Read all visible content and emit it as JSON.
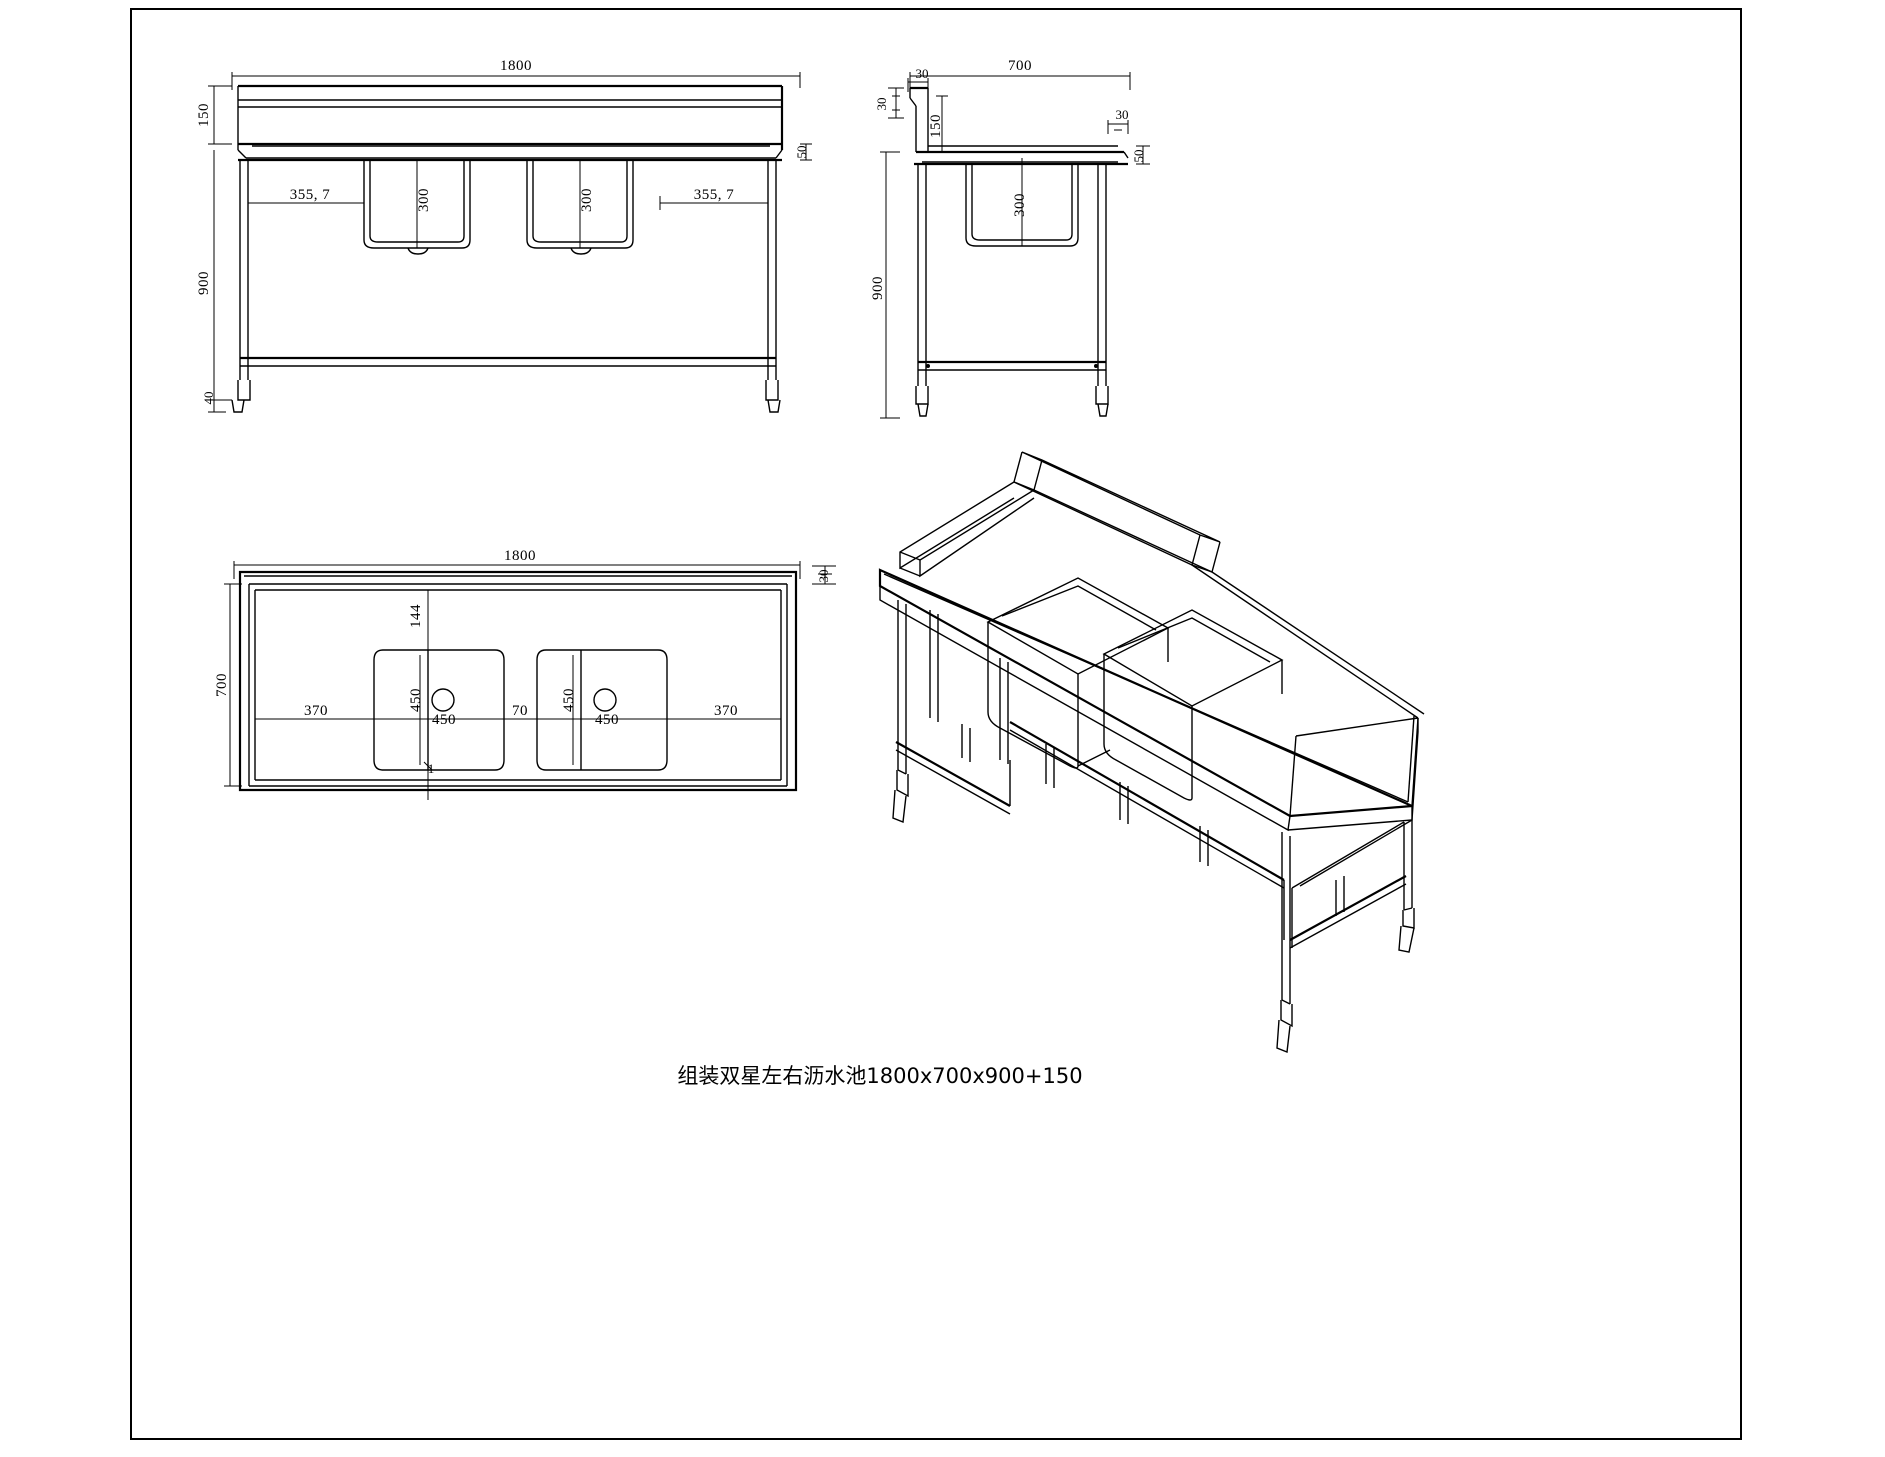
{
  "document": {
    "type": "cad-technical-drawing",
    "title": "组装双星左右沥水池1800x700x900+150",
    "line_color": "#000000",
    "background_color": "#ffffff"
  },
  "views": {
    "front_elevation": {
      "name": "front-elevation",
      "dimensions": {
        "overall_length": "1800",
        "backsplash_height": "150",
        "worktop_thickness": "50",
        "leg_height": "900",
        "foot_height": "40",
        "bowl_depth_left": "300",
        "bowl_depth_right": "300",
        "drainboard_left": "355, 7",
        "drainboard_right": "355, 7"
      }
    },
    "side_elevation": {
      "name": "side-elevation",
      "dimensions": {
        "overall_depth": "700",
        "backsplash_top_flange": "30",
        "backsplash_rear_flange": "30",
        "backsplash_height": "150",
        "front_edge_flange": "30",
        "worktop_thickness": "50",
        "leg_height": "900",
        "bowl_depth": "300"
      }
    },
    "plan_view": {
      "name": "plan-view",
      "dimensions": {
        "overall_length": "1800",
        "overall_depth": "700",
        "backsplash_depth": "30",
        "bowl_offset_from_rear": "144",
        "left_drainboard": "370",
        "right_drainboard": "370",
        "bowl_width_left": "450",
        "bowl_width_right": "450",
        "bowl_length_left": "450",
        "bowl_length_right": "450",
        "gap_between_bowls": "70",
        "corner_mark": "1"
      }
    },
    "isometric_view": {
      "name": "isometric-3d-view",
      "description": "3D perspective of double-bowl sink table with backsplash, legs, lower cross braces and adjustable feet"
    }
  },
  "labels": {
    "d1800": "1800",
    "d900": "900",
    "d700": "700",
    "d450": "450",
    "d370": "370",
    "d355_7": "355, 7",
    "d300": "300",
    "d150": "150",
    "d144": "144",
    "d70": "70",
    "d50": "50",
    "d40": "40",
    "d30": "30",
    "d1": "1"
  }
}
